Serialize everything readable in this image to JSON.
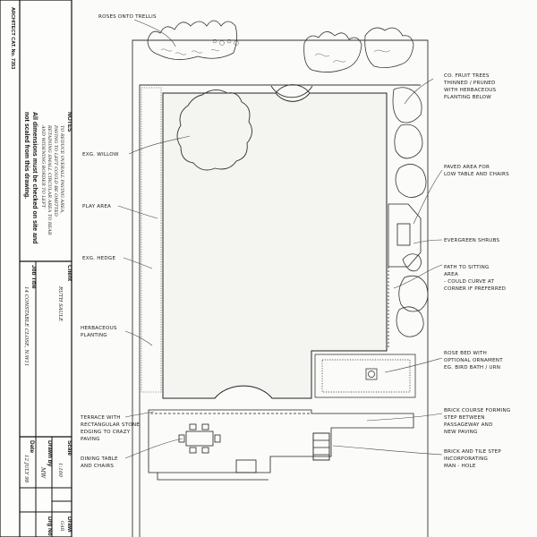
{
  "title_block": {
    "publisher": "ARCHITECT CAT. No. 7353",
    "notes_heading": "NOTES",
    "notes_lines": [
      "TO REDUCE OVERALL PAVING AREA,",
      "PAVING TO LEFT COULD BE OMITTED",
      "RETAINING SMALL CIRCULAR AREA TO REAR",
      "AND WIDENING BORDER TO LEFT"
    ],
    "notes_footer_1": "All dimensions must be checked on site and",
    "notes_footer_2": "not scaled from this drawing.",
    "client_label": "Client",
    "client_value": "RUTH SAULE",
    "job_label": "Job Title",
    "job_value": "14 CONSTABLE CLOSE, N.W11",
    "scale_label": "Scale",
    "scale_value": "1:100",
    "drawn_label": "Drawn by",
    "drawn_value": "MW",
    "date_label": "Date",
    "date_value": "12 JULY 98",
    "drawing_label": "Drawi",
    "drawing_value": "GAR",
    "dwg_no_label": "Drg No"
  },
  "labels": {
    "roses": "ROSES ONTO TRELLIS",
    "fruit_1": "CO. FRUIT TREES",
    "fruit_2": "THINNED / PRUNED",
    "fruit_3": "WITH HERBACEOUS",
    "fruit_4": "PLANTING BELOW",
    "willow": "EXG. WILLOW",
    "paved_1": "PAVED AREA FOR",
    "paved_2": "LOW TABLE AND CHAIRS",
    "play": "PLAY AREA",
    "evergreen": "EVERGREEN SHRUBS",
    "hedge": "EXG. HEDGE",
    "path_1": "PATH TO SITTING",
    "path_2": "AREA",
    "path_3": "- COULD CURVE AT",
    "path_4": "CORNER IF PREFERRED",
    "herb_1": "HERBACEOUS",
    "herb_2": "PLANTING",
    "rose_1": "ROSE BED WITH",
    "rose_2": "OPTIONAL ORNAMENT",
    "rose_3": "EG. BIRD BATH / URN",
    "terrace_1": "TERRACE WITH",
    "terrace_2": "RECTANGULAR STONE",
    "terrace_3": "EDGING TO CRAZY",
    "terrace_4": "PAVING",
    "brick_1": "BRICK COURSE FORMING",
    "brick_2": "STEP BETWEEN",
    "brick_3": "PASSAGEWAY AND",
    "brick_4": "NEW PAVING",
    "dining_1": "DINING TABLE",
    "dining_2": "AND CHAIRS",
    "step_1": "BRICK AND TILE STEP",
    "step_2": "INCORPORATING",
    "step_3": "MAN - HOLE"
  },
  "colors": {
    "ink": "#2a2a2a",
    "paper": "#fbfbf9",
    "lawn": "#f3f3ef"
  }
}
